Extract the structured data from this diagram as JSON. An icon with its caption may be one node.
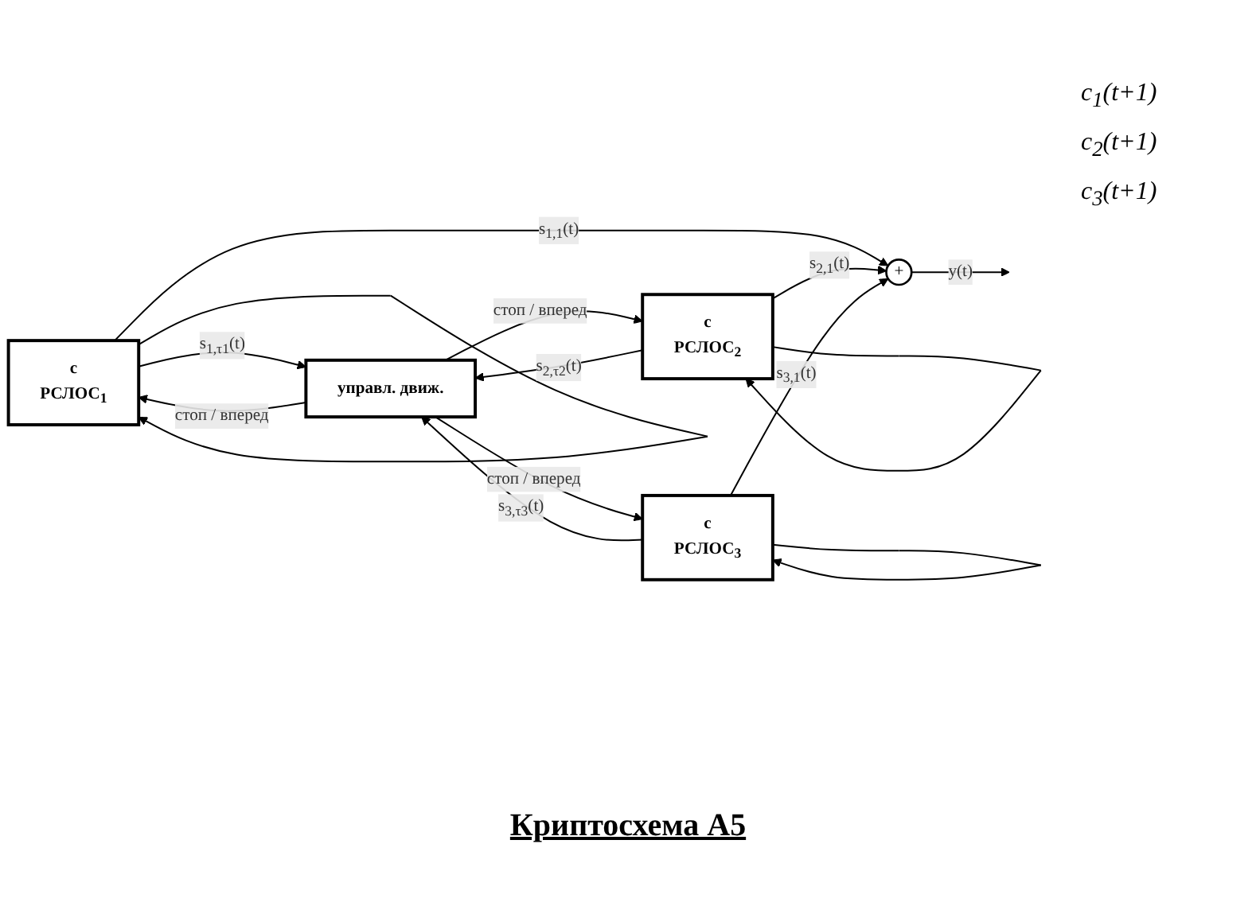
{
  "diagram": {
    "caption": "Криптосхема А5",
    "nodes": [
      {
        "text": [
          "c",
          "РСЛОС$_{1}$"
        ]
      },
      {
        "text": [
          "c",
          "РСЛОС$_{2}$"
        ]
      },
      {
        "text": [
          "управл. движ."
        ]
      },
      {
        "text": [
          "c",
          "РСЛОС$_{3}$"
        ]
      },
      {
        "text": [
          "+"
        ]
      }
    ],
    "edges": [
      {
        "from": 0,
        "to": 0,
        "arrow": "to"
      },
      {
        "from": 1,
        "to": 1,
        "arrow": "to"
      },
      {
        "from": 3,
        "to": 3,
        "arrow": "to"
      },
      {
        "from": 0,
        "to": 4,
        "arrow": "to",
        "label": "s$_{1,1}$(t)"
      },
      {
        "from": 1,
        "to": 4,
        "arrow": "to",
        "label": "s$_{2,1}$(t)"
      },
      {
        "from": 3,
        "to": 4,
        "arrow": "to",
        "label": "s$_{3,1}$(t)"
      },
      {
        "from": 4,
        "to": null,
        "arrow": "to",
        "label": "y(t)"
      },
      {
        "from": 0,
        "to": 2,
        "arrow": "to",
        "label": "s$_{1,τ1}$(t)"
      },
      {
        "from": 1,
        "to": 2,
        "arrow": "to",
        "label": "s$_{2,τ2}$(t)"
      },
      {
        "from": 3,
        "to": 2,
        "arrow": "to",
        "label": "s$_{3,τ3}$(t)"
      },
      {
        "from": 2,
        "to": 0,
        "arrow": "to",
        "label": "стоп / вперед"
      },
      {
        "from": 2,
        "to": 1,
        "arrow": "to",
        "label": "стоп / вперед"
      },
      {
        "from": 2,
        "to": 3,
        "arrow": "to",
        "label": "стоп / вперед"
      }
    ],
    "labels": [
      "c$_{1}$(t+1)",
      "c$_{2}$(t+1)",
      "c$_{3}$(t+1)"
    ]
  }
}
